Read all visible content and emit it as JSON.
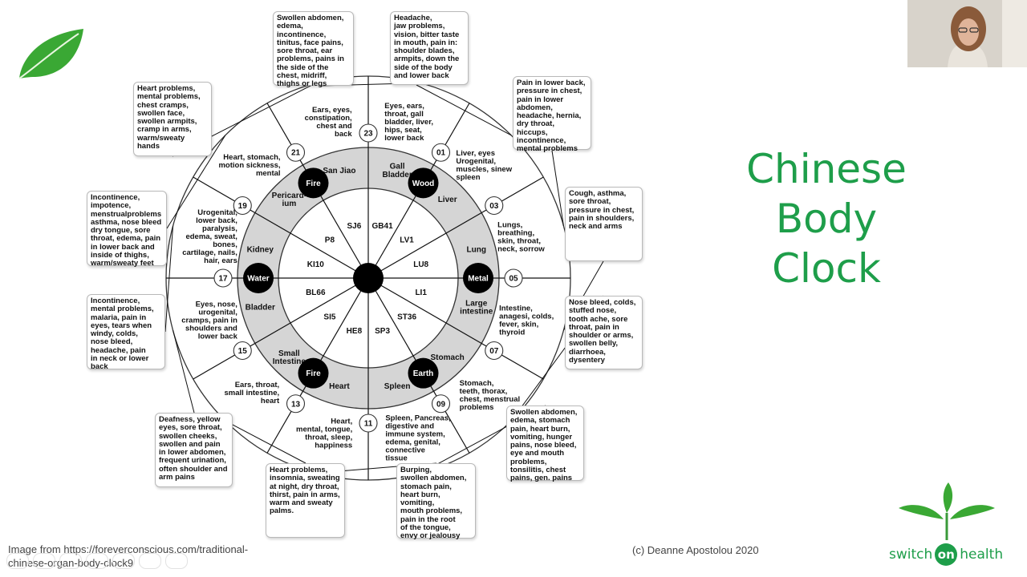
{
  "slide": {
    "title_line1": "Chinese Body",
    "title_line2": "Clock",
    "image_credit": "Image from https://foreverconscious.com/traditional-\nchinese-organ-body-clock9",
    "copyright": "(c) Deanne Apostolou 2020",
    "brand_left": "switch",
    "brand_on": "on",
    "brand_right": "health"
  },
  "clock": {
    "hours": [
      {
        "label": "23",
        "text": "Eyes, ears,\nthroat, gall\nbladder, liver,\nhips, seat,\nlower back"
      },
      {
        "label": "01",
        "text": "Liver, eyes\nUrogenital,\nmuscles, sinew\nspleen"
      },
      {
        "label": "03",
        "text": "Lungs,\nbreathing,\nskin, throat,\nneck, sorrow"
      },
      {
        "label": "05",
        "text": "Intestine,\nanagesi, colds,\nfever, skin,\nthyroid"
      },
      {
        "label": "07",
        "text": "Stomach,\nteeth, thorax,\nchest, menstrual\nproblems"
      },
      {
        "label": "09",
        "text": "Spleen, Pancreas,\ndigestive and\nimmune system,\nedema, genital,\nconnective\ntissue"
      },
      {
        "label": "11",
        "text": "Heart,\nmental, tongue,\nthroat, sleep,\nhappiness"
      },
      {
        "label": "13",
        "text": "Ears, throat,\nsmall intestine,\nheart"
      },
      {
        "label": "15",
        "text": "Eyes, nose,\nurogenital,\ncramps, pain in\nshoulders and\nlower back"
      },
      {
        "label": "17",
        "text": "Urogenital,\nlower back,\nparalysis,\nedema, sweat,\nbones,\ncartilage, nails,\nhair, ears"
      },
      {
        "label": "19",
        "text": "Heart, stomach,\nmotion sickness,\nmental"
      },
      {
        "label": "21",
        "text": "Ears, eyes,\nconstipation,\nchest and\nback"
      }
    ],
    "organs": [
      "Gall\nBladder",
      "Liver",
      "Lung",
      "Large\nintestine",
      "Stomach",
      "Spleen",
      "Heart",
      "Small\nIntestine",
      "Bladder",
      "Kidney",
      "Pericard-\nium",
      "San Jiao"
    ],
    "points": [
      "GB41",
      "LV1",
      "LU8",
      "LI1",
      "ST36",
      "SP3",
      "HE8",
      "SI5",
      "BL66",
      "KI10",
      "P8",
      "SJ6"
    ],
    "elements": [
      "Wood",
      "Metal",
      "Earth",
      "Fire",
      "Water",
      "Fire"
    ],
    "symptom_boxes": [
      "Swollen abdomen,\nedema,\nincontinence,\ntinitus, face pains,\nsore throat, ear\nproblems, pains in\nthe side of the\nchest, midriff,\nthighs or legs",
      "Headache,\njaw problems,\nvision, bitter taste\nin mouth, pain in:\nshoulder blades,\narmpits, down the\nside of the body\nand lower back",
      "Pain in lower back,\npressure in chest,\npain in lower\nabdomen,\nheadache, hernia,\ndry throat,\nhiccups,\nincontinence,\nmental problems",
      "Cough, asthma,\nsore throat,\npressure in chest,\npain in shoulders,\nneck and arms",
      "Nose bleed, colds,\nstuffed nose,\ntooth ache, sore\nthroat, pain in\nshoulder or arms,\nswollen belly,\ndiarrhoea,\ndysentery",
      "Swollen abdomen,\nedema, stomach\npain, heart burn,\nvomiting, hunger\npains, nose bleed,\neye and mouth\nproblems,\ntonsilitis, chest\npains, gen. pains",
      "Burping,\nswollen abdomen,\nstomach pain,\nheart burn,\nvomiting,\nmouth problems,\npain in the root\nof the tongue,\nenvy or jealousy",
      "Heart problems,\ninsomnia, sweating\nat night, dry throat,\nthirst, pain in arms,\nwarm and sweaty\npalms.",
      "Deafness, yellow\neyes, sore throat,\nswollen cheeks,\nswollen and pain\nin lower abdomen,\nfrequent urination,\noften shoulder and\narm pains",
      "Incontinence,\nmental problems,\nmalaria, pain in\neyes, tears when\nwindy, colds,\nnose bleed,\nheadache, pain\nin neck or lower\nback",
      "Incontinence,\nimpotence,\nmenstrualproblems\nasthma, nose bleed\ndry tongue, sore\nthroat, edema, pain\nin lower back and\ninside of thighs,\nwarm/sweaty feet",
      "Heart problems,\nmental problems,\nchest cramps,\nswollen face,\nswollen armpits,\ncramp in arms,\nwarm/sweaty\nhands"
    ]
  },
  "colors": {
    "brand_green": "#1e9e4a",
    "ring_gray": "#d5d5d5"
  },
  "icons": {
    "leaf": "leaf-icon",
    "plant": "plant-logo-icon"
  }
}
